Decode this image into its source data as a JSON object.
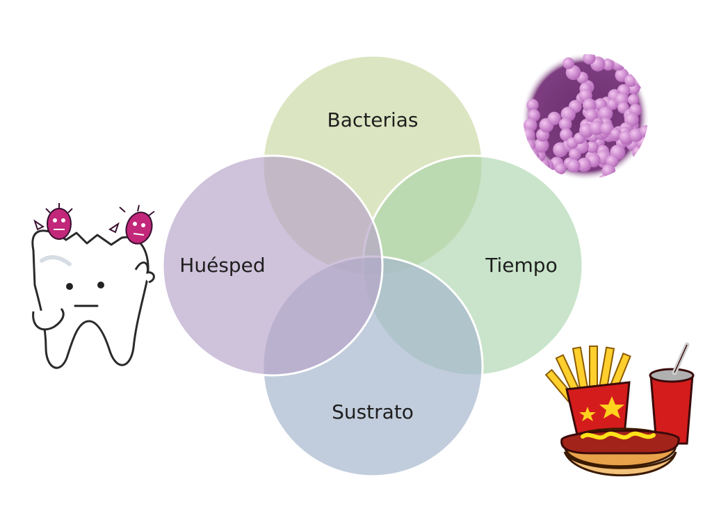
{
  "diagram": {
    "type": "venn",
    "sets": [
      {
        "key": "bacterias",
        "label": "Bacterias",
        "color": "#c6d59b"
      },
      {
        "key": "tiempo",
        "label": "Tiempo",
        "color": "#a8d3a9"
      },
      {
        "key": "sustrato",
        "label": "Sustrato",
        "color": "#a3b6cb"
      },
      {
        "key": "huesped",
        "label": "Huésped",
        "color": "#b6a2c9"
      }
    ],
    "illustrations": [
      {
        "name": "bacteria-microscope-image",
        "color": "#c98bd0"
      },
      {
        "name": "tooth-with-bacteria-cartoon",
        "color": "#c2277a"
      },
      {
        "name": "fast-food-cartoon",
        "color": "#d41c1c"
      }
    ]
  }
}
